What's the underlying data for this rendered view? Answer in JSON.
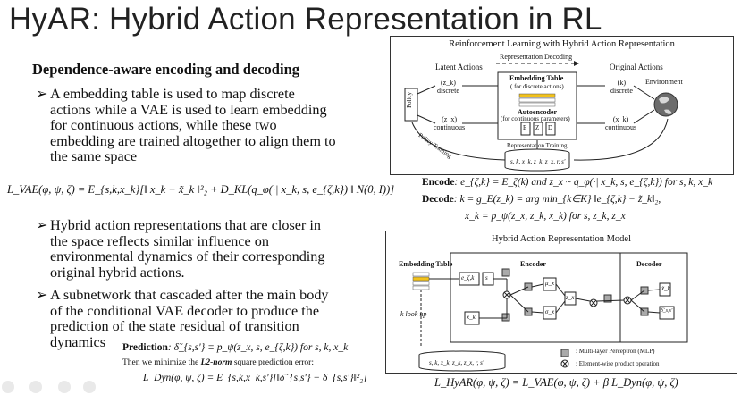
{
  "slide": {
    "title": "HyAR: Hybrid Action Representation in RL",
    "heading": "Dependence-aware encoding and decoding",
    "bullet_marker": "➢",
    "bullets": [
      [
        "A embedding table is used to map discrete",
        "actions while a VAE is used to learn embedding",
        "for continuous actions, while these two",
        "embedding are trained altogether to align them to",
        "the same space"
      ],
      [
        "Hybrid action representations that are closer in",
        "the space reflects similar influence on",
        "environmental dynamics of their corresponding",
        "original hybrid actions."
      ],
      [
        "A subnetwork that cascaded after the main body",
        "of the conditional VAE decoder to produce the",
        "prediction of the state residual of transition",
        "dynamics"
      ]
    ],
    "vae_loss": "L_VAE(φ, ψ, ζ) = E_{s,k,x_k}[‖ x_k − x̃_k ‖²₂ + D_KL(q_φ(·| x_k, s, e_{ζ,k}) ‖ N(0, I))]",
    "prediction": {
      "label": "Prediction",
      "formula": ": δ̃_{s,s'} = p_ψ(z_x, s, e_{ζ,k})  for s, k, x_k",
      "line2_prefix": "Then we minimize the ",
      "line2_bold": "L2-norm",
      "line2_suffix": " square prediction error:",
      "dyn_loss": "L_Dyn(φ, ψ, ζ) = E_{s,k,x_k,s'}[‖δ̃_{s,s'} − δ_{s,s'}‖²₂]"
    },
    "encode": {
      "label": "Encode",
      "formula": ": e_{ζ,k} = E_ζ(k) and z_x ~ q_φ(·| x_k, s, e_{ζ,k})  for s, k, x_k"
    },
    "decode": {
      "label": "Decode",
      "formula": ": k = g_E(z_k) = arg min_{k∈K} ‖e_{ζ,k} − z̃_k‖₂,",
      "line2": "x_k = p_ψ(z_x, z_k, x_k)  for s, z_k, z_x"
    },
    "hyar_loss": "L_HyAR(φ, ψ, ζ) = L_VAE(φ, ψ, ζ) + β L_Dyn(φ, ψ, ζ)"
  },
  "figure_top": {
    "title": "Reinforcement Learning with Hybrid Action Representation",
    "representation_decoding": "Representation Decoding",
    "latent_actions": "Latent Actions",
    "original_actions": "Original Actions",
    "policy": "Policy",
    "zk_discrete": [
      "(z_k)",
      "discrete"
    ],
    "zx_continuous": [
      "(z_x)",
      "continuous"
    ],
    "embedding_table": "Embedding Table",
    "embedding_table_sub": "( for discrete actions)",
    "autoencoder": "Autoencoder",
    "autoencoder_sub": "(for continuous parameters)",
    "ae_blocks": [
      "E",
      "Z",
      "D"
    ],
    "k_discrete": [
      "(k)",
      "discrete"
    ],
    "xk_continuous": [
      "(x_k)",
      "continuous"
    ],
    "environment": "Environment",
    "representation_training": "Representation Training",
    "policy_training": "Policy Training",
    "buffer": "s, k, x_k, z_k, z_x, r, s'"
  },
  "figure_bottom": {
    "title": "Hybrid Action Representation Model",
    "embedding_table": "Embedding Table",
    "encoder": "Encoder",
    "decoder": "Decoder",
    "k_look_up": "k look up",
    "nodes": {
      "e": "e_ζ,k",
      "s": "s",
      "mu": "μ_x",
      "sigma": "σ_x",
      "zx": "z_x",
      "xk": "x_k",
      "xk_out": "x̃_k",
      "delta": "δ̃_s,s'"
    },
    "legend_mlp": ": Multi-layer Perceptron (MLP)",
    "legend_op": ": Element-wise product operation",
    "buffer": "s, k, x_k, z_k, z_x, r, s'"
  },
  "colors": {
    "embedding_yellow": "#f2c21b",
    "title_text": "#222222"
  }
}
